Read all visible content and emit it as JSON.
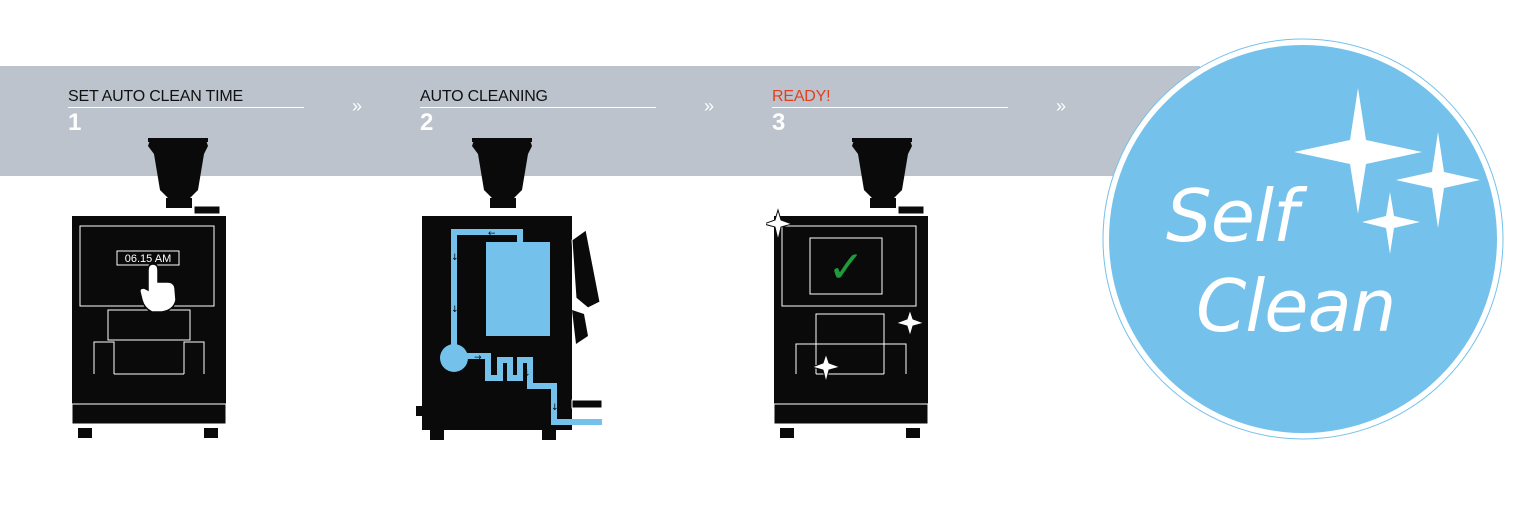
{
  "steps": [
    {
      "title": "SET AUTO CLEAN TIME",
      "number": "1",
      "title_color": "#111111"
    },
    {
      "title": "AUTO CLEANING",
      "number": "2",
      "title_color": "#111111"
    },
    {
      "title": "READY!",
      "number": "3",
      "title_color": "#e2401c"
    }
  ],
  "arrow_glyph": "»",
  "display_time": "06.15 AM",
  "checkmark": "✓",
  "badge": {
    "line1": "Self",
    "line2": "Clean",
    "color": "#74c1ec"
  },
  "colors": {
    "banner": "#bcc3cc",
    "water": "#74c1ec",
    "machine": "#0a0a0a",
    "check": "#1f9a3c"
  },
  "icons": [
    "pointing-hand-icon",
    "sparkle-icon",
    "flow-arrow-icon",
    "checkmark-icon"
  ]
}
